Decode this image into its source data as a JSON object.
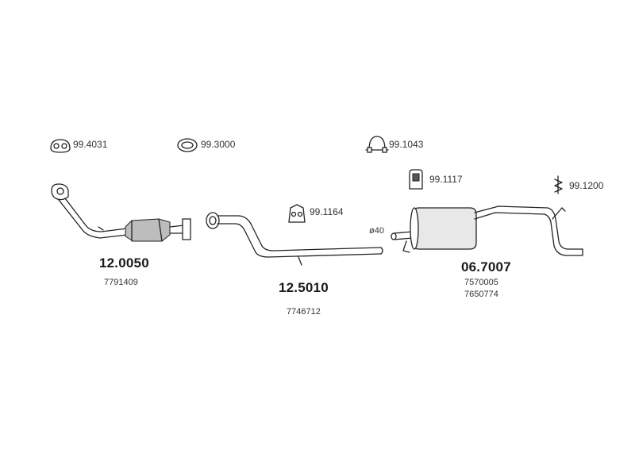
{
  "accessories": [
    {
      "code": "99.4031",
      "icon": "gasket-icon"
    },
    {
      "code": "99.3000",
      "icon": "ring-icon"
    },
    {
      "code": "99.1043",
      "icon": "clamp-icon"
    },
    {
      "code": "99.1117",
      "icon": "mount-icon"
    },
    {
      "code": "99.1164",
      "icon": "rubber-hanger-icon"
    },
    {
      "code": "99.1200",
      "icon": "hanger-spring-icon"
    }
  ],
  "parts": [
    {
      "number": "12.0050",
      "oem": [
        "7791409"
      ]
    },
    {
      "number": "12.5010",
      "oem": [
        "7746712"
      ]
    },
    {
      "number": "06.7007",
      "oem": [
        "7570005",
        "7650774"
      ]
    }
  ],
  "diameter_label": "ø40"
}
